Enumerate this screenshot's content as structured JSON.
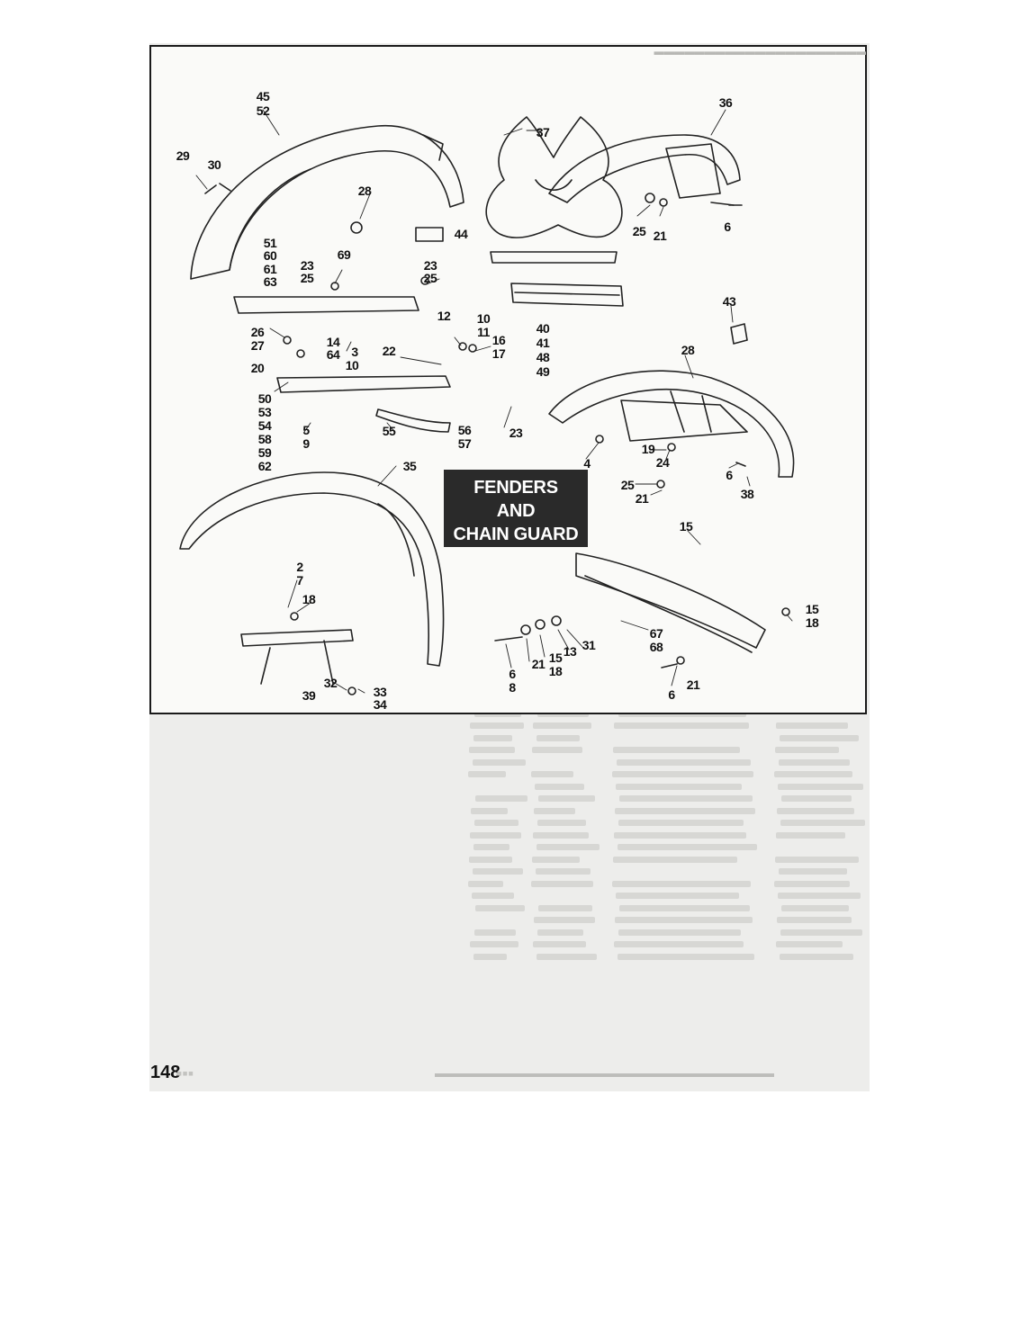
{
  "page_number": "148",
  "section_title": {
    "line1": "FENDERS",
    "line2": "AND",
    "line3": "CHAIN GUARD"
  },
  "callouts": [
    {
      "id": "c45",
      "text": "45"
    },
    {
      "id": "c52",
      "text": "52"
    },
    {
      "id": "c29",
      "text": "29"
    },
    {
      "id": "c30",
      "text": "30"
    },
    {
      "id": "c28",
      "text": "28"
    },
    {
      "id": "c69",
      "text": "69"
    },
    {
      "id": "c44",
      "text": "44"
    },
    {
      "id": "c51",
      "text": "51"
    },
    {
      "id": "c60",
      "text": "60"
    },
    {
      "id": "c61",
      "text": "61"
    },
    {
      "id": "c63",
      "text": "63"
    },
    {
      "id": "c23a",
      "text": "23"
    },
    {
      "id": "c25a",
      "text": "25"
    },
    {
      "id": "c23b",
      "text": "23"
    },
    {
      "id": "c25b",
      "text": "25"
    },
    {
      "id": "c12",
      "text": "12"
    },
    {
      "id": "c26",
      "text": "26"
    },
    {
      "id": "c27",
      "text": "27"
    },
    {
      "id": "c20",
      "text": "20"
    },
    {
      "id": "c14",
      "text": "14"
    },
    {
      "id": "c64",
      "text": "64"
    },
    {
      "id": "c3",
      "text": "3"
    },
    {
      "id": "c10a",
      "text": "10"
    },
    {
      "id": "c22",
      "text": "22"
    },
    {
      "id": "c10b",
      "text": "10"
    },
    {
      "id": "c11",
      "text": "11"
    },
    {
      "id": "c16",
      "text": "16"
    },
    {
      "id": "c17",
      "text": "17"
    },
    {
      "id": "c37",
      "text": "37"
    },
    {
      "id": "c36",
      "text": "36"
    },
    {
      "id": "c6a",
      "text": "6"
    },
    {
      "id": "c25c",
      "text": "25"
    },
    {
      "id": "c21a",
      "text": "21"
    },
    {
      "id": "c40",
      "text": "40"
    },
    {
      "id": "c41",
      "text": "41"
    },
    {
      "id": "c48",
      "text": "48"
    },
    {
      "id": "c49",
      "text": "49"
    },
    {
      "id": "c43",
      "text": "43"
    },
    {
      "id": "c28b",
      "text": "28"
    },
    {
      "id": "c50",
      "text": "50"
    },
    {
      "id": "c53",
      "text": "53"
    },
    {
      "id": "c54",
      "text": "54"
    },
    {
      "id": "c58",
      "text": "58"
    },
    {
      "id": "c59",
      "text": "59"
    },
    {
      "id": "c62",
      "text": "62"
    },
    {
      "id": "c5",
      "text": "5"
    },
    {
      "id": "c9",
      "text": "9"
    },
    {
      "id": "c55",
      "text": "55"
    },
    {
      "id": "c56",
      "text": "56"
    },
    {
      "id": "c57",
      "text": "57"
    },
    {
      "id": "c23c",
      "text": "23"
    },
    {
      "id": "c4",
      "text": "4"
    },
    {
      "id": "c19",
      "text": "19"
    },
    {
      "id": "c24",
      "text": "24"
    },
    {
      "id": "c6b",
      "text": "6"
    },
    {
      "id": "c38",
      "text": "38"
    },
    {
      "id": "c25d",
      "text": "25"
    },
    {
      "id": "c21b",
      "text": "21"
    },
    {
      "id": "c35",
      "text": "35"
    },
    {
      "id": "c15a",
      "text": "15"
    },
    {
      "id": "c2",
      "text": "2"
    },
    {
      "id": "c7",
      "text": "7"
    },
    {
      "id": "c18a",
      "text": "18"
    },
    {
      "id": "c15b",
      "text": "15"
    },
    {
      "id": "c18b",
      "text": "18"
    },
    {
      "id": "c67",
      "text": "67"
    },
    {
      "id": "c68",
      "text": "68"
    },
    {
      "id": "c31",
      "text": "31"
    },
    {
      "id": "c13",
      "text": "13"
    },
    {
      "id": "c15c",
      "text": "15"
    },
    {
      "id": "c18c",
      "text": "18"
    },
    {
      "id": "c21c",
      "text": "21"
    },
    {
      "id": "c6c",
      "text": "6"
    },
    {
      "id": "c8",
      "text": "8"
    },
    {
      "id": "c21d",
      "text": "21"
    },
    {
      "id": "c6d",
      "text": "6"
    },
    {
      "id": "c32",
      "text": "32"
    },
    {
      "id": "c39",
      "text": "39"
    },
    {
      "id": "c33",
      "text": "33"
    },
    {
      "id": "c34",
      "text": "34"
    }
  ]
}
